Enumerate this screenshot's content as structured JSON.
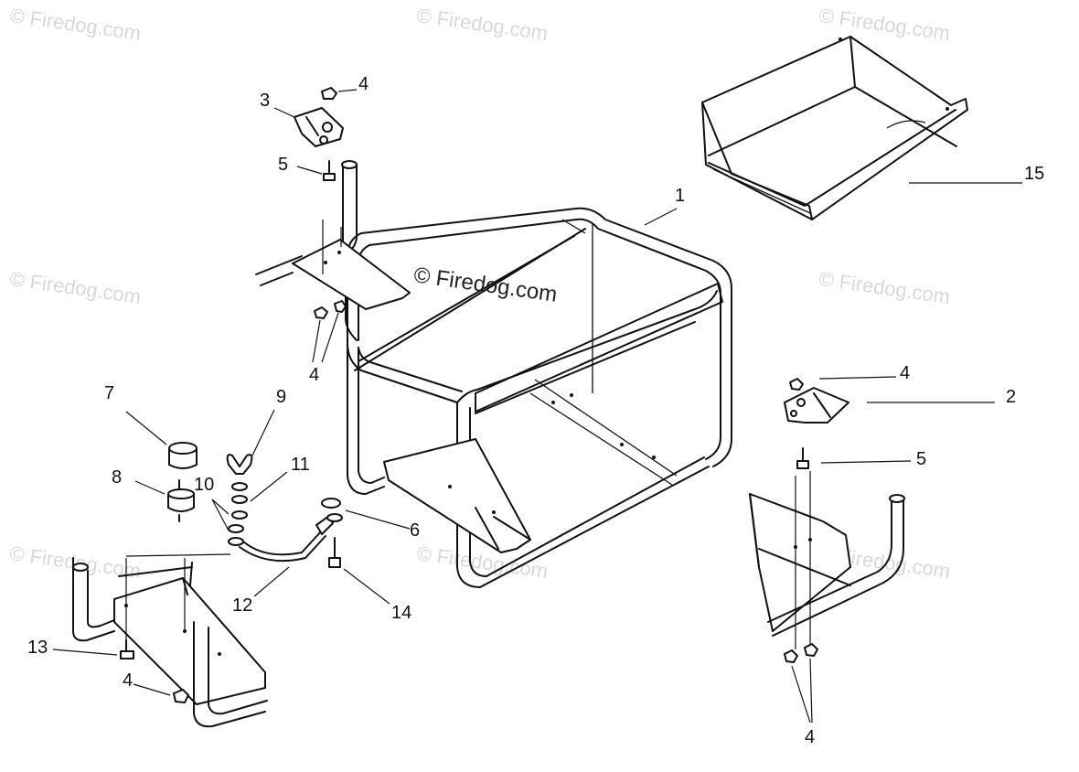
{
  "watermark": {
    "text": "© Firedog.com",
    "main_text": "© Firedog.com"
  },
  "callouts": {
    "c1": "1",
    "c2": "2",
    "c3": "3",
    "c4a": "4",
    "c4b": "4",
    "c4c": "4",
    "c4d": "4",
    "c4e": "4",
    "c5a": "5",
    "c5b": "5",
    "c6": "6",
    "c7": "7",
    "c8": "8",
    "c9": "9",
    "c10": "10",
    "c11": "11",
    "c12": "12",
    "c13": "13",
    "c14": "14",
    "c15": "15"
  }
}
